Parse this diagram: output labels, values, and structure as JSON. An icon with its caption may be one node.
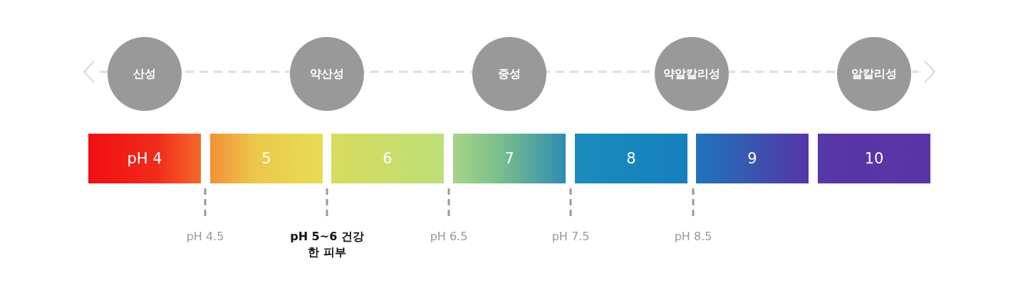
{
  "diagram": {
    "nodes": [
      {
        "text": [
          "산성"
        ]
      },
      {
        "text": [
          "약산성"
        ]
      },
      {
        "text": [
          "중성"
        ]
      },
      {
        "text": [
          "약알칼리성"
        ]
      },
      {
        "text": [
          "알칼리성"
        ]
      },
      {
        "text": [
          "pH 4"
        ]
      },
      {
        "text": [
          "5"
        ]
      },
      {
        "text": [
          "6"
        ]
      },
      {
        "text": [
          "7"
        ]
      },
      {
        "text": [
          "8"
        ]
      },
      {
        "text": [
          "9"
        ]
      },
      {
        "text": [
          "10"
        ]
      }
    ],
    "edges": [],
    "labels": [
      "pH 4.5",
      "pH 5~6 건강한 피부",
      "pH 6.5",
      "pH 7.5",
      "pH 8.5"
    ]
  }
}
